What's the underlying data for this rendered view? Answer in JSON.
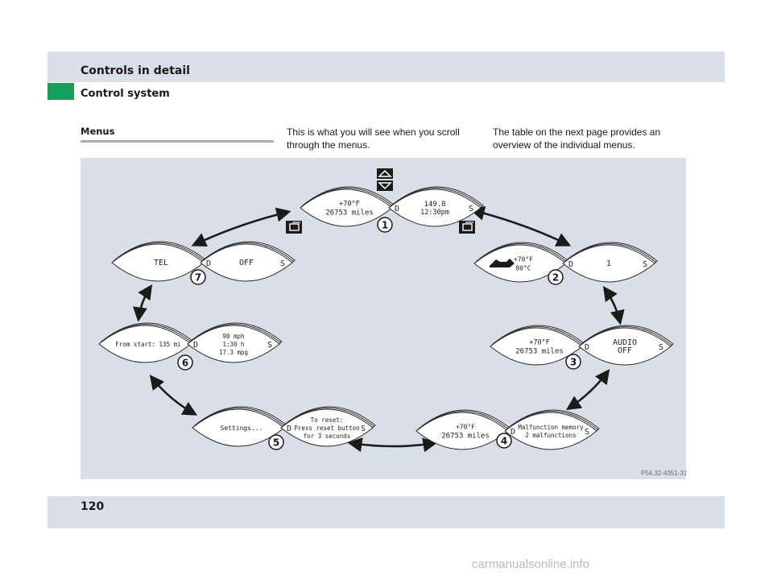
{
  "header": {
    "title": "Controls in detail",
    "subtitle": "Control system"
  },
  "section": {
    "label": "Menus",
    "col2_text": "This is what you will see when you scroll through the menus.",
    "col3_text": "The table on the next page provides an overview of the individual menus."
  },
  "figure": {
    "code": "P54.32-4351-31",
    "menus": [
      {
        "num": "1",
        "left": [
          "+70°F",
          "26753 miles"
        ],
        "right_letters": [
          "D",
          "S"
        ],
        "right": [
          "149.8",
          "12:30pm"
        ]
      },
      {
        "num": "2",
        "left": [
          "+70°F",
          "80°C"
        ],
        "right_letters": [
          "D",
          "S"
        ],
        "right": [
          "1"
        ]
      },
      {
        "num": "3",
        "left": [
          "+70°F",
          "26753 miles"
        ],
        "right_letters": [
          "D",
          "S"
        ],
        "right": [
          "AUDIO",
          "OFF"
        ]
      },
      {
        "num": "4",
        "left": [
          "+70°F",
          "26753 miles"
        ],
        "right_letters": [
          "D",
          "S"
        ],
        "right": [
          "Malfunction memory",
          "2 malfunctions"
        ]
      },
      {
        "num": "5",
        "left": [
          "Settings..."
        ],
        "right_letters": [
          "D",
          "S"
        ],
        "right": [
          "To reset:",
          "Press reset button",
          "for 3 seconds"
        ]
      },
      {
        "num": "6",
        "left": [
          "From start:  135 mi"
        ],
        "right_letters": [
          "D",
          "S"
        ],
        "right": [
          "90 mph",
          "1:30 h",
          "17.3 mpg"
        ]
      },
      {
        "num": "7",
        "left": [
          "TEL"
        ],
        "right_letters": [
          "D",
          "S"
        ],
        "right": [
          "OFF"
        ]
      }
    ]
  },
  "footer": {
    "page_number": "120"
  },
  "watermark": "carmanualsonline.info"
}
